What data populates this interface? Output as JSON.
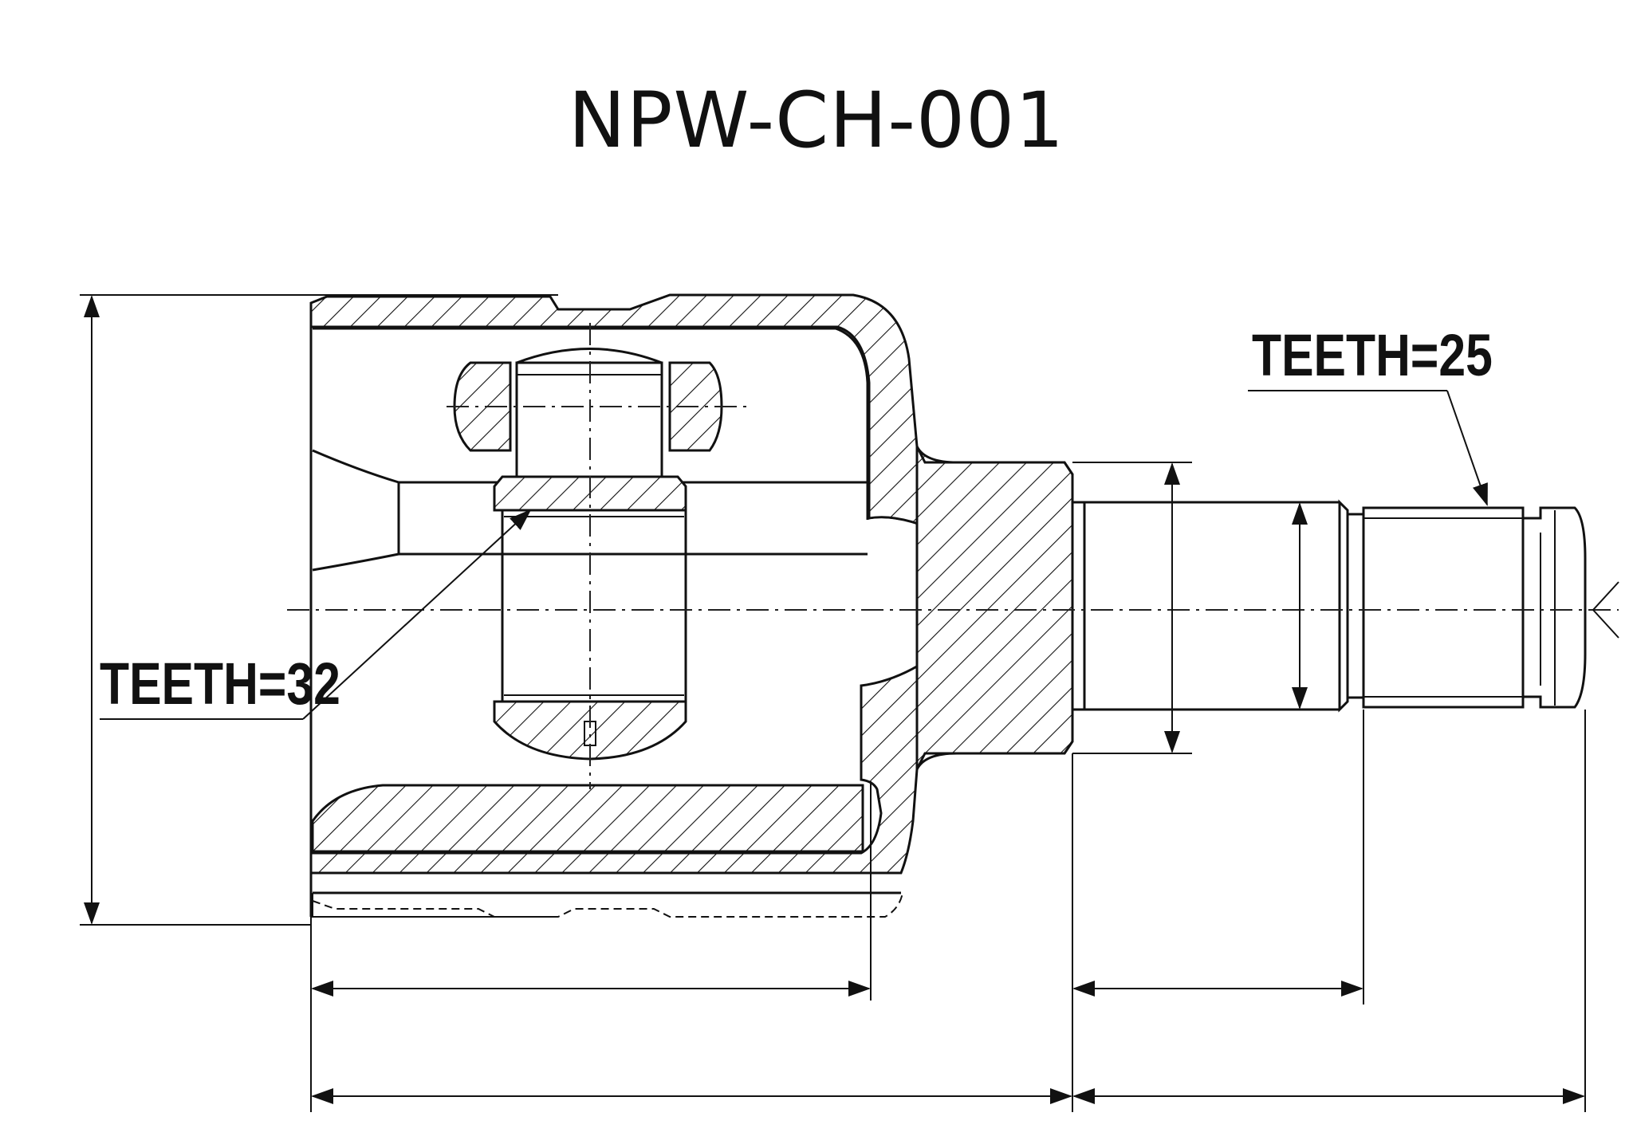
{
  "drawing": {
    "part_number": "NPW-CH-001",
    "teeth_inner_label": "TEETH=32",
    "teeth_outer_label": "TEETH=25"
  }
}
